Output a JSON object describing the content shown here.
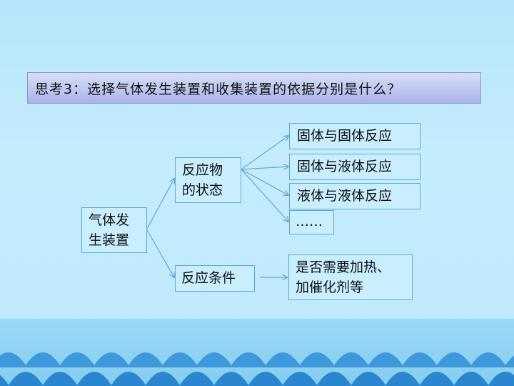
{
  "title": "思考3：选择气体发生装置和收集装置的依据分别是什么？",
  "root": {
    "line1": "气体发",
    "line2": "生装置"
  },
  "branch_state": {
    "line1": "反应物",
    "line2": "的状态"
  },
  "branch_condition": {
    "label": "反应条件"
  },
  "state_options": [
    "固体与固体反应",
    "固体与液体反应",
    "液体与液体反应",
    "……"
  ],
  "condition_result": {
    "line1": "是否需要加热、",
    "line2": "加催化剂等"
  },
  "colors": {
    "background": "#bfe9fc",
    "title_bar": "#bfc8ef",
    "box_border": "#5ea7d2",
    "arrow": "#5ea7d2",
    "wave": "#2f8fd6"
  }
}
